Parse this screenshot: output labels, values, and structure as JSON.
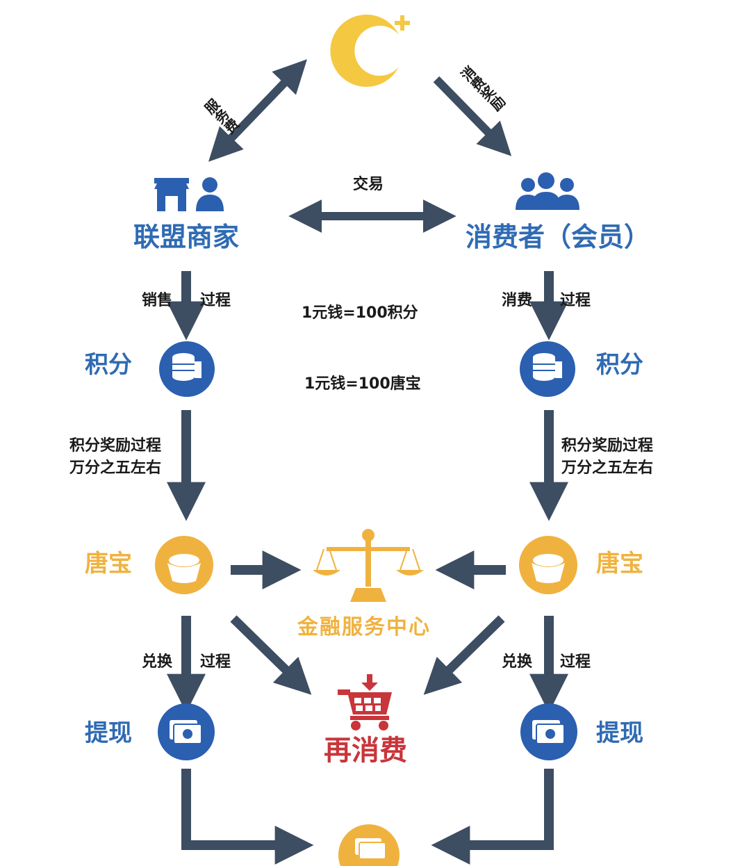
{
  "logo": {
    "letter": "C",
    "plus": "+"
  },
  "top_edges": {
    "left_label": "服务费",
    "right_label": "消费奖励"
  },
  "nodes": {
    "merchant": "联盟商家",
    "consumer": "消费者（会员）",
    "trade": "交易",
    "points_left": "积分",
    "points_right": "积分",
    "tangbao_left": "唐宝",
    "tangbao_right": "唐宝",
    "finance_center": "金融服务中心",
    "reconsume": "再消费",
    "withdraw_left": "提现",
    "withdraw_right": "提现"
  },
  "rates": {
    "points": "1元钱=100积分",
    "tangbao": "1元钱=100唐宝"
  },
  "process_labels": {
    "sale_left": "销售",
    "sale_right": "过程",
    "consume_left": "消费",
    "consume_right": "过程",
    "reward_left": [
      "积分奖励过程",
      "万分之五左右"
    ],
    "reward_right": [
      "积分奖励过程",
      "万分之五左右"
    ],
    "exchange_left_a": "兑换",
    "exchange_left_b": "过程",
    "exchange_right_a": "兑换",
    "exchange_right_b": "过程"
  },
  "icons": [
    "logo-c-plus-icon",
    "shop-icon",
    "merchant-person-icon",
    "consumers-group-icon",
    "coins-icon",
    "ingot-icon",
    "balance-scale-icon",
    "shopping-cart-icon",
    "cash-icon",
    "card-icon"
  ],
  "colors": {
    "arrow": "#3d4d62",
    "blue": "#2f6bb3",
    "gold": "#f0b23f",
    "red": "#c8353a",
    "logo": "#f5c842"
  }
}
